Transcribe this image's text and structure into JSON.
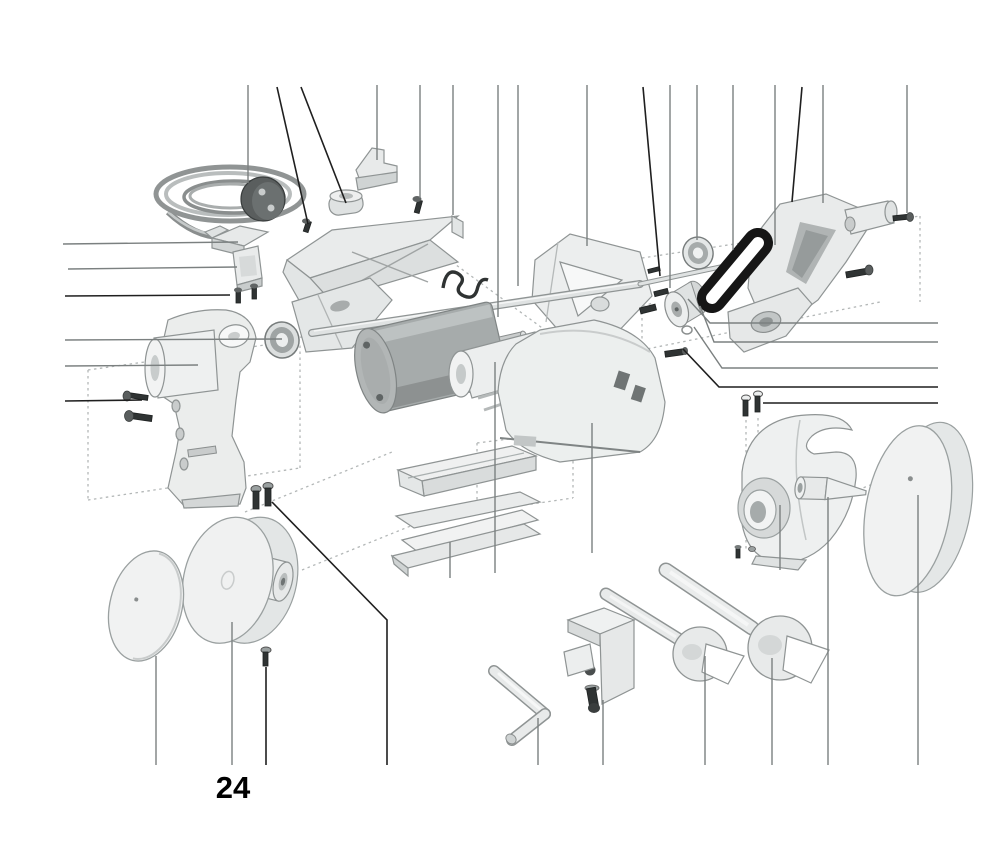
{
  "figure": {
    "type": "exploded-parts-diagram",
    "callout_label": "24",
    "background": "#ffffff",
    "palette": {
      "part_fill": "#eceeee",
      "part_shade": "#d8dbdb",
      "part_stroke": "#8f9494",
      "motor_body": "#a6abab",
      "belt": "#161616",
      "dark_hardware": "#2f3333",
      "leader_gray": "#7b8080",
      "leader_dark": "#1f1f1f",
      "construction_dotted": "#b3b7b7",
      "label_color": "#000000"
    },
    "parts": [
      "power-cord-coil",
      "power-plug",
      "switch-bracket",
      "switch-body",
      "switch-screws",
      "cable-bracket",
      "bushing-nut",
      "cover-screw",
      "top-cover",
      "front-gusset",
      "wire-clip",
      "drive-shaft",
      "rear-arm-frame",
      "motor",
      "main-housing",
      "pedestal-bracket",
      "bearing-ring",
      "mounting-screws",
      "lock-bolts",
      "polishing-wheel-small",
      "polishing-wheel-large",
      "wheel-hub-screw",
      "tool-rest-rail-upper",
      "tool-rest-rail-lower",
      "shaft-washer",
      "spindle-pulley",
      "drive-belt",
      "motor-pulley",
      "bearing-housing-arm",
      "arm-foot-plate",
      "spindle-screws",
      "wheel-guard",
      "guard-screws",
      "taper-spindle",
      "buffing-wheel",
      "hex-key",
      "table-clamp",
      "open-end-wrench-small",
      "open-end-wrench-large"
    ]
  }
}
